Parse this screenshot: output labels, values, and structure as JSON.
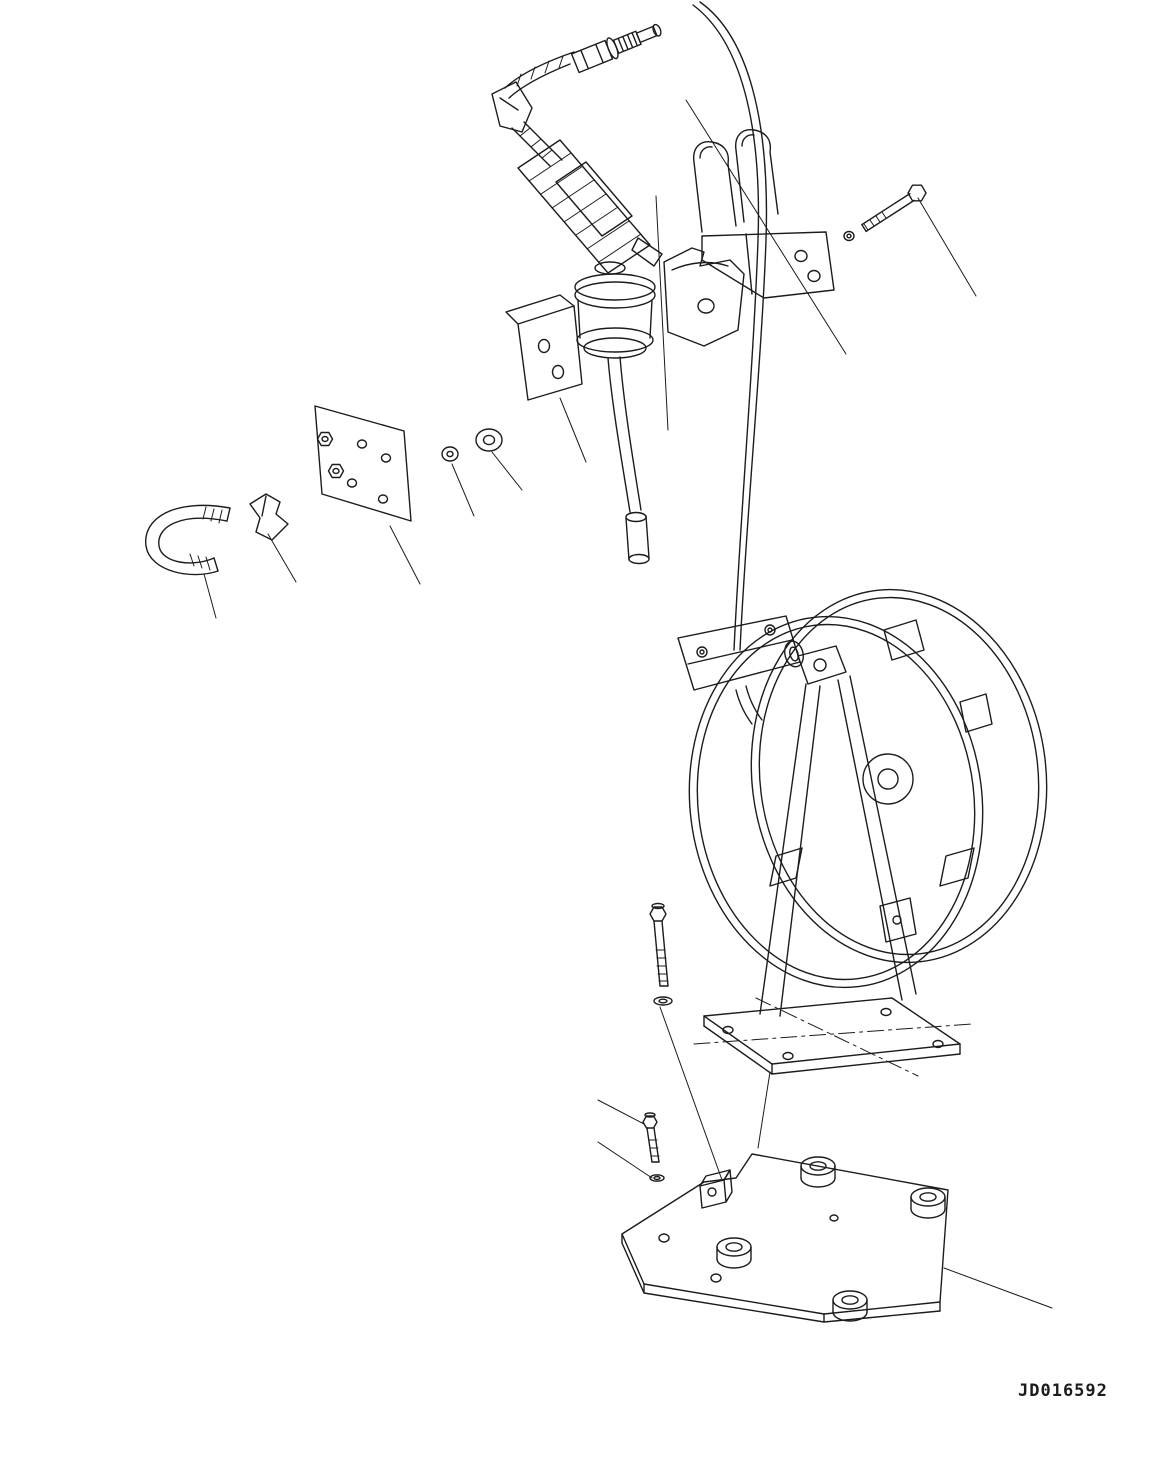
{
  "figure": {
    "kind": "exploded-parts-diagram",
    "drawing_number": "JD016592",
    "colors": {
      "ink": "#1c1c1c",
      "background": "#ffffff"
    },
    "parts_depicted": [
      "grease-gun-with-hose-coupler",
      "supply-hose",
      "rubber-grommet",
      "nozzle-tube",
      "hose-clamp-bracket",
      "hex-bolt",
      "spring-washer",
      "saddle-clamp",
      "angle-bracket",
      "mounting-plate",
      "hex-nut",
      "plain-washer",
      "flat-washer",
      "u-bolt",
      "clip",
      "hose-reel-assembly",
      "reel-frame",
      "reel-swivel-bracket",
      "mounting-base-plate",
      "rubber-mount",
      "spacer-block"
    ]
  }
}
